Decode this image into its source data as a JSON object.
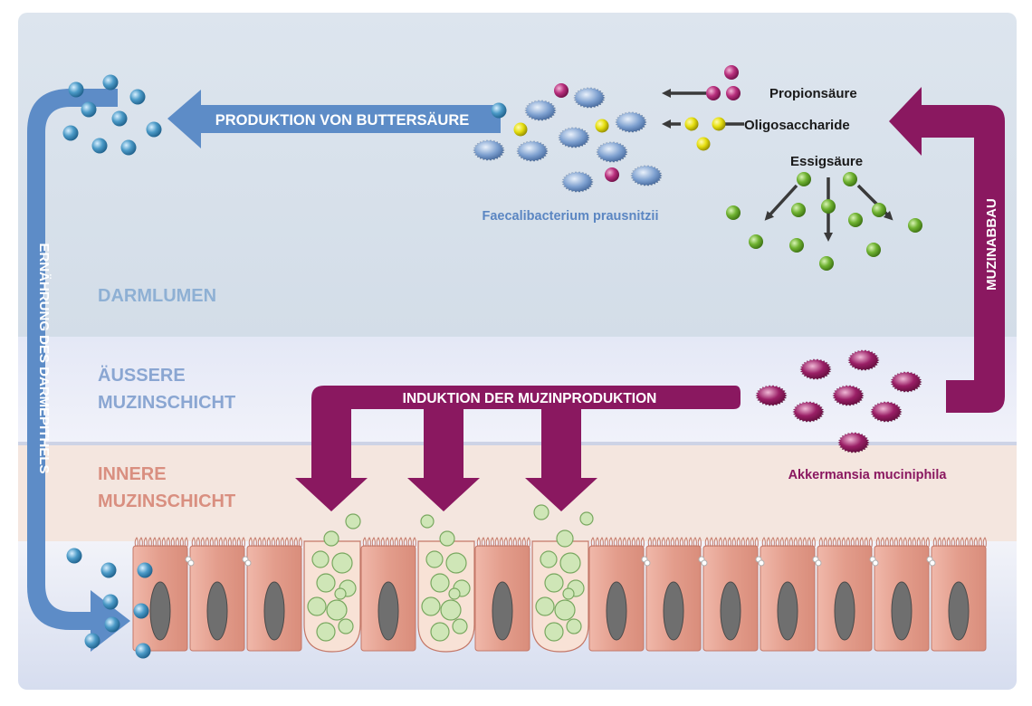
{
  "labels": {
    "butyrate_production": "PRODUKTION VON BUTTERSÄURE",
    "propionic_acid": "Propionsäure",
    "oligosaccharides": "Oligosaccharide",
    "acetic_acid": "Essigsäure",
    "faecalibacterium": "Faecalibacterium prausnitzii",
    "mucin_degradation": "MUZINABBAU",
    "epithelium_nutrition": "ERNÄHRUNG DES DARMEPITHELS",
    "gut_lumen": "DARMLUMEN",
    "outer_mucus_line1": "ÄUSSERE",
    "outer_mucus_line2": "MUZINSCHICHT",
    "inner_mucus_line1": "INNERE",
    "inner_mucus_line2": "MUZINSCHICHT",
    "mucin_induction": "INDUKTION DER MUZINPRODUKTION",
    "akkermansia": "Akkermansia muciniphila"
  },
  "colors": {
    "lumen_bg": "#d7e0ea",
    "outer_mucus_bg": "#eaedf7",
    "inner_mucus_bg": "#f4e6df",
    "epithelium_bg": "#e4e9f4",
    "blue_arrow": "#5d8cc7",
    "purple_arrow": "#8a1860",
    "label_blue": "#8eb0d4",
    "label_outer": "#8aa6d2",
    "label_inner": "#d98f80",
    "faecali_text": "#5b86c2",
    "akkermansia_text": "#8a1860",
    "cell": "#e8a494",
    "goblet": "#f8e2d6",
    "nucleus": "#6f6f6f",
    "butyrate_dot": "#4b9ac7",
    "propionate_dot": "#b82f7d",
    "oligo_dot": "#e6df10",
    "acetate_dot": "#6fb231",
    "mucin_granule": "#cfe6b7"
  }
}
